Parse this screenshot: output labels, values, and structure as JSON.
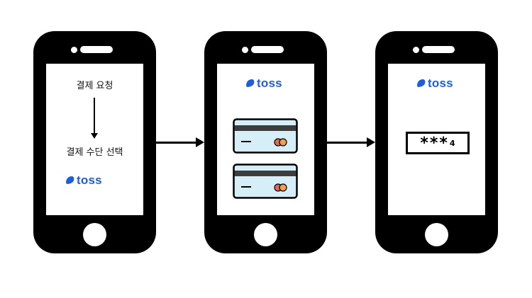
{
  "step1": {
    "request_label": "결제 요청",
    "select_label": "결제 수단 선택",
    "brand": "toss"
  },
  "step2": {
    "brand": "toss",
    "cards": [
      {
        "name": "card-1"
      },
      {
        "name": "card-2"
      }
    ]
  },
  "step3": {
    "brand": "toss",
    "pin_masked": "***",
    "pin_digit": "4"
  },
  "colors": {
    "phone_body": "#000000",
    "brand_blue": "#1f5ddb",
    "card_fill": "#d6eef8",
    "card_stripe": "#3d3d3d",
    "card_chip_red": "#e06a5a",
    "card_chip_orange": "#f0a050"
  }
}
